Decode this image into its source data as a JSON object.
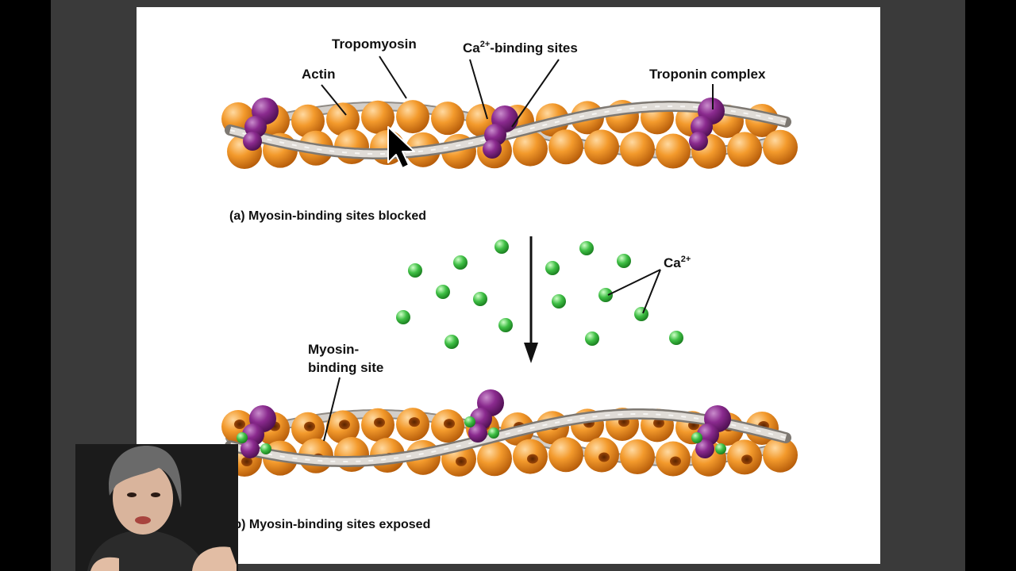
{
  "panel_a": {
    "caption": "(a) Myosin-binding sites blocked",
    "labels": {
      "actin": "Actin",
      "tropomyosin": "Tropomyosin",
      "ca_binding_base": "Ca",
      "ca_binding_sup": "2+",
      "ca_binding_rest": "-binding sites",
      "troponin": "Troponin complex"
    }
  },
  "panel_b": {
    "caption": "(b) Myosin-binding sites exposed",
    "labels": {
      "myosin_line1": "Myosin-",
      "myosin_line2": "binding site",
      "ca_ion_base": "Ca",
      "ca_ion_sup": "2+"
    }
  },
  "colors": {
    "actin": "#e8861c",
    "actin_dark": "#b85a08",
    "troponin": "#7a1f7e",
    "tropomyosin": "#c9c4bd",
    "calcium": "#3fbf45",
    "background": "#ffffff",
    "frame": "#3a3a3a"
  },
  "icons": {
    "cursor": "mouse-pointer-icon"
  }
}
